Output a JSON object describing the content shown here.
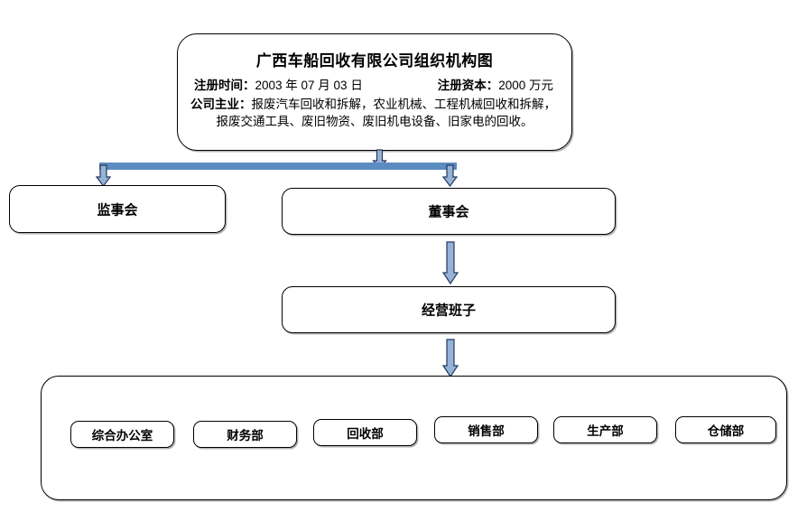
{
  "header": {
    "title": "广西车船回收有限公司组织机构图",
    "reg_time_key": "注册时间：",
    "reg_time_value": "2003 年 07 月 03 日",
    "reg_capital_key": "注册资本：",
    "reg_capital_value": "2000 万元",
    "business_key": "公司主业：",
    "business_line1": "报废汽车回收和拆解，农业机械、工程机械回收和拆解，",
    "business_line2": "报废交通工具、废旧物资、废旧机电设备、旧家电的回收。"
  },
  "nodes": {
    "supervisory": "监事会",
    "board": "董事会",
    "management": "经营班子"
  },
  "departments": [
    {
      "label": "综合办公室"
    },
    {
      "label": "财务部"
    },
    {
      "label": "回收部"
    },
    {
      "label": "销售部"
    },
    {
      "label": "生产部"
    },
    {
      "label": "仓储部"
    }
  ],
  "colors": {
    "arrow_fill": "#95b3d7",
    "arrow_stroke": "#24385c",
    "bar": "#5b8bc0",
    "box_border": "#000000",
    "background": "#ffffff"
  },
  "chart_data": {
    "type": "diagram",
    "title": "广西车船回收有限公司组织机构图",
    "layout": "top-down organizational hierarchy",
    "levels": [
      {
        "level": 0,
        "nodes": [
          "广西车船回收有限公司组织机构图"
        ]
      },
      {
        "level": 1,
        "nodes": [
          "监事会",
          "董事会"
        ]
      },
      {
        "level": 2,
        "nodes": [
          "经营班子"
        ]
      },
      {
        "level": 3,
        "nodes": [
          "综合办公室",
          "财务部",
          "回收部",
          "销售部",
          "生产部",
          "仓储部"
        ]
      }
    ],
    "edges": [
      {
        "from": "广西车船回收有限公司组织机构图",
        "to": "监事会"
      },
      {
        "from": "广西车船回收有限公司组织机构图",
        "to": "董事会"
      },
      {
        "from": "董事会",
        "to": "经营班子"
      },
      {
        "from": "经营班子",
        "to": "综合办公室"
      },
      {
        "from": "经营班子",
        "to": "财务部"
      },
      {
        "from": "经营班子",
        "to": "回收部"
      },
      {
        "from": "经营班子",
        "to": "销售部"
      },
      {
        "from": "经营班子",
        "to": "生产部"
      },
      {
        "from": "经营班子",
        "to": "仓储部"
      }
    ]
  }
}
